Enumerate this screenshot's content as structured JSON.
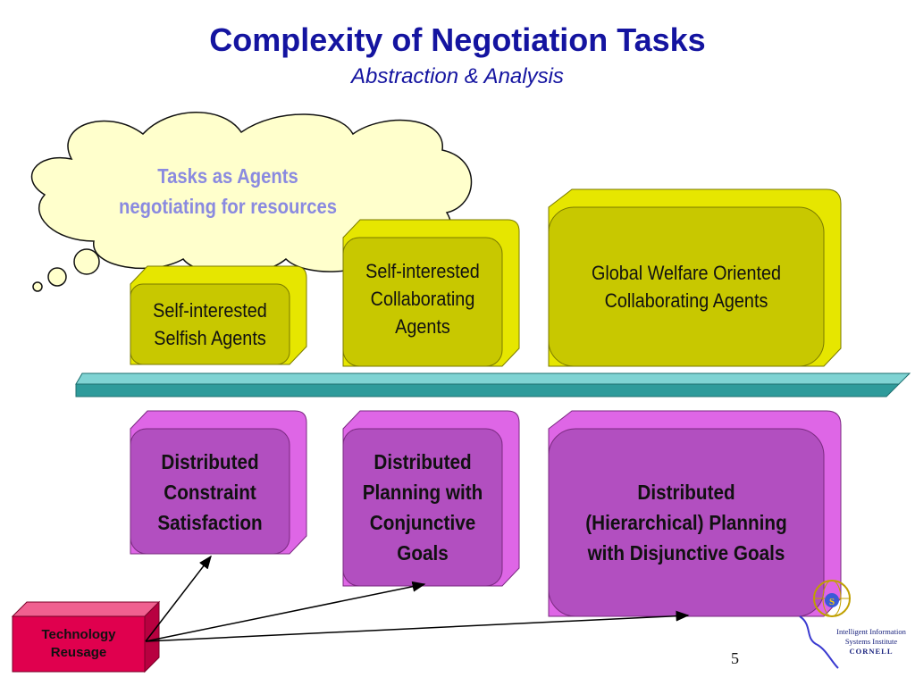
{
  "title": "Complexity of Negotiation Tasks",
  "subtitle": "Abstraction & Analysis",
  "cloud": {
    "text_line1": "Tasks as Agents",
    "text_line2": "negotiating for resources"
  },
  "agent_boxes": [
    {
      "line1": "Self-interested",
      "line2": "Selfish Agents",
      "line3": ""
    },
    {
      "line1": "Self-interested",
      "line2": "Collaborating",
      "line3": "Agents"
    },
    {
      "line1": "Global Welfare Oriented",
      "line2": "Collaborating Agents",
      "line3": ""
    }
  ],
  "planning_boxes": [
    {
      "line1": "Distributed",
      "line2": "Constraint",
      "line3": "Satisfaction",
      "line4": ""
    },
    {
      "line1": "Distributed",
      "line2": "Planning with",
      "line3": "Conjunctive",
      "line4": "Goals"
    },
    {
      "line1": "Distributed",
      "line2": "(Hierarchical) Planning",
      "line3": "with Disjunctive Goals",
      "line4": ""
    }
  ],
  "technology_box": {
    "line1": "Technology",
    "line2": "Reusage"
  },
  "page_number": "5",
  "logo": {
    "line1": "Intelligent Information",
    "line2": "Systems Institute",
    "line3": "CORNELL"
  },
  "colors": {
    "title": "#1414a0",
    "cloud_fill": "#ffffcc",
    "cloud_text": "#8a8ae0",
    "yellow_face": "#c8c800",
    "yellow_side": "#e6e600",
    "purple_face": "#b24fc0",
    "purple_side": "#de66e6",
    "teal_bar": "#2e9b9b",
    "red_box": "#e0004e"
  }
}
